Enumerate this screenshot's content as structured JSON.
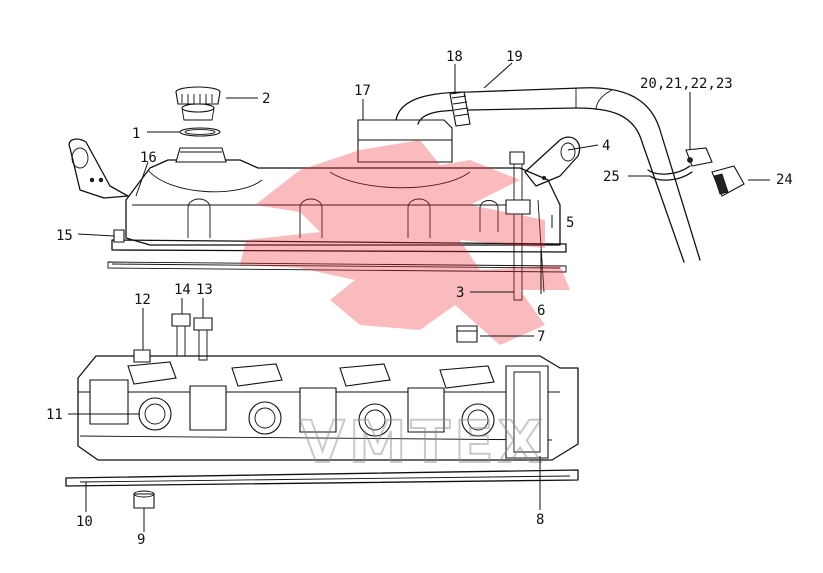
{
  "diagram": {
    "part_labels": [
      {
        "id": "1",
        "text": "1"
      },
      {
        "id": "2",
        "text": "2"
      },
      {
        "id": "3",
        "text": "3"
      },
      {
        "id": "4",
        "text": "4"
      },
      {
        "id": "5",
        "text": "5"
      },
      {
        "id": "6",
        "text": "6"
      },
      {
        "id": "7",
        "text": "7"
      },
      {
        "id": "8",
        "text": "8"
      },
      {
        "id": "9",
        "text": "9"
      },
      {
        "id": "10",
        "text": "10"
      },
      {
        "id": "11",
        "text": "11"
      },
      {
        "id": "12",
        "text": "12"
      },
      {
        "id": "13",
        "text": "13"
      },
      {
        "id": "14",
        "text": "14"
      },
      {
        "id": "15",
        "text": "15"
      },
      {
        "id": "16",
        "text": "16"
      },
      {
        "id": "17",
        "text": "17"
      },
      {
        "id": "18",
        "text": "18"
      },
      {
        "id": "19",
        "text": "19"
      },
      {
        "id": "20-23",
        "text": "20,21,22,23"
      },
      {
        "id": "24",
        "text": "24"
      },
      {
        "id": "25",
        "text": "25"
      }
    ]
  },
  "watermark": {
    "text": "VMTEX",
    "logo_color": "#ee2a35"
  }
}
